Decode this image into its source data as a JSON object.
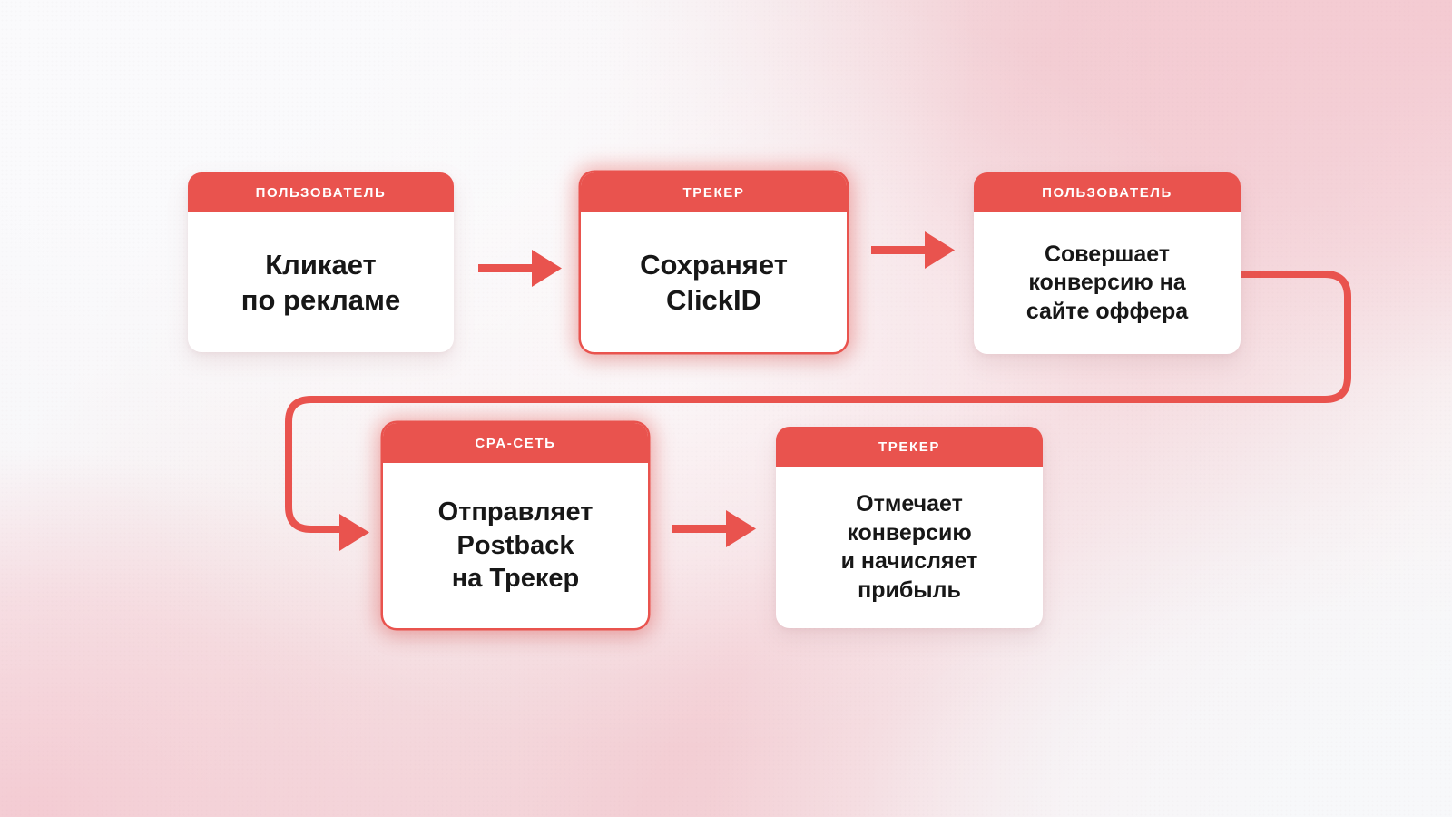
{
  "diagram": {
    "title": "Postback conversion tracking flow",
    "colors": {
      "accent_red": "#e9534e",
      "card_background": "#ffffff",
      "text_dark": "#171717",
      "background_pink": "#f4c8d0",
      "background_white": "#f8f8fa"
    },
    "cards": [
      {
        "id": "card-1",
        "header": "ПОЛЬЗОВАТЕЛЬ",
        "body": "Кликает\nпо рекламе",
        "highlighted": false
      },
      {
        "id": "card-2",
        "header": "ТРЕКЕР",
        "body": "Сохраняет\nClickID",
        "highlighted": true
      },
      {
        "id": "card-3",
        "header": "ПОЛЬЗОВАТЕЛЬ",
        "body": "Совершает\nконверсию на\nсайте оффера",
        "highlighted": false
      },
      {
        "id": "card-4",
        "header": "CPA-СЕТЬ",
        "body": "Отправляет\nPostback\nна Трекер",
        "highlighted": true
      },
      {
        "id": "card-5",
        "header": "ТРЕКЕР",
        "body": "Отмечает\nконверсию\nи начисляет\nприбыль",
        "highlighted": false
      }
    ],
    "connectors": [
      {
        "id": "arrow-1-to-2",
        "from": "card-1",
        "to": "card-2",
        "shape": "straight-right"
      },
      {
        "id": "arrow-2-to-3",
        "from": "card-2",
        "to": "card-3",
        "shape": "straight-right"
      },
      {
        "id": "arrow-3-to-4",
        "from": "card-3",
        "to": "card-4",
        "shape": "loop-down-left"
      },
      {
        "id": "arrow-4-to-5",
        "from": "card-4",
        "to": "card-5",
        "shape": "straight-right"
      }
    ]
  }
}
